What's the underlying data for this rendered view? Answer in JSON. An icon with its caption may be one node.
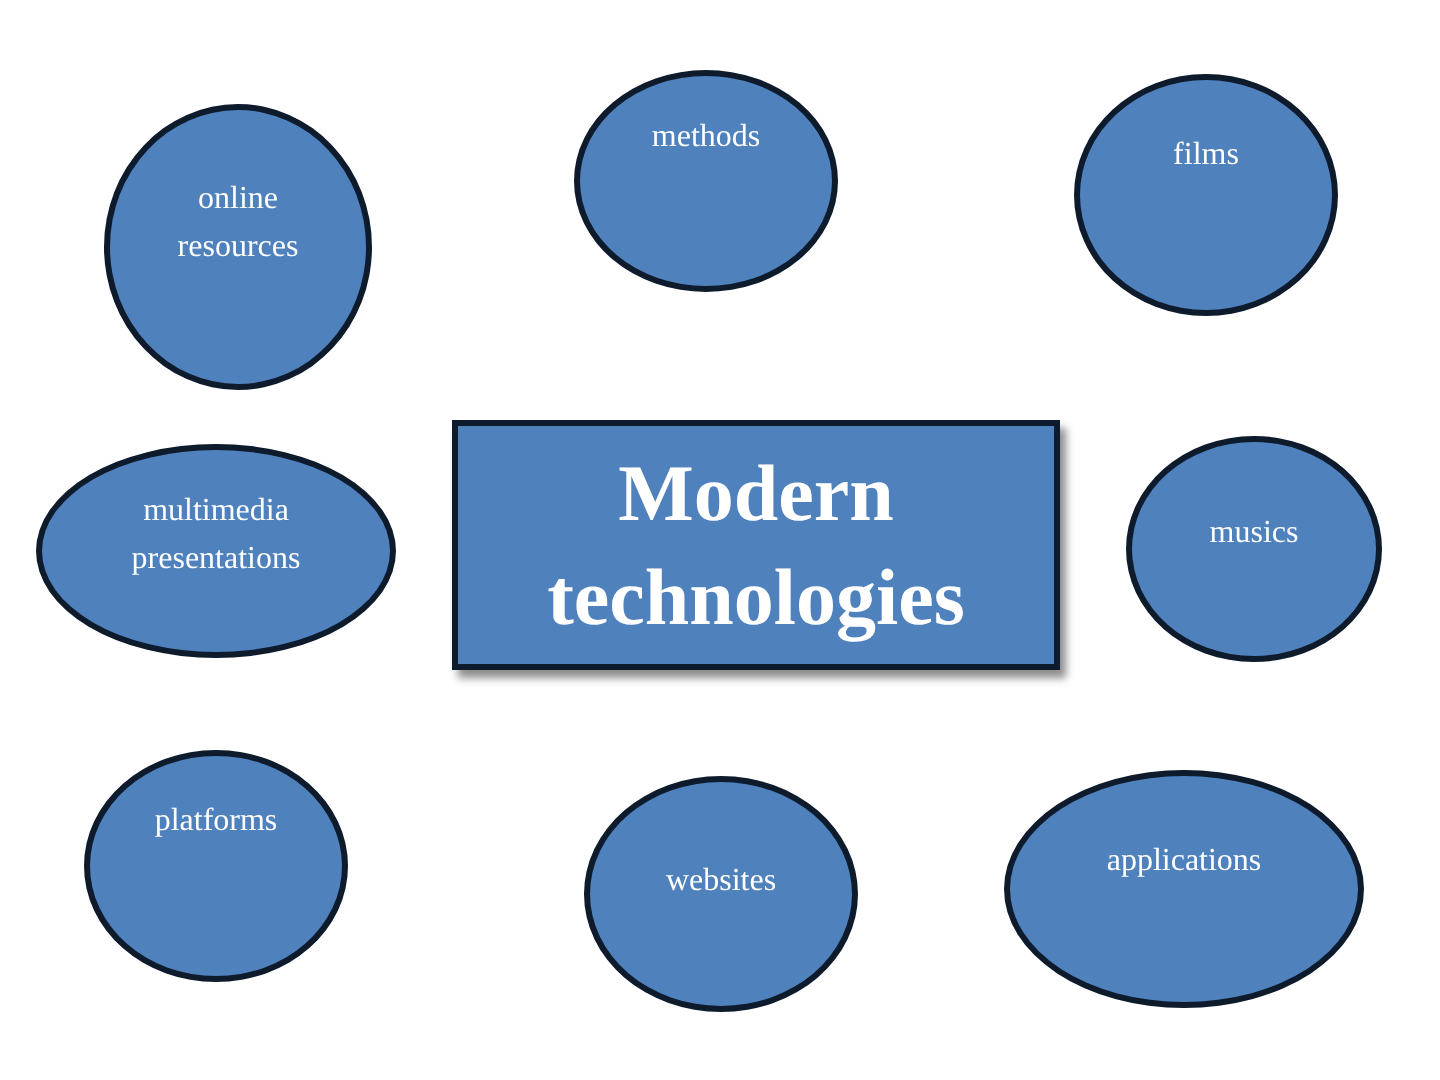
{
  "diagram": {
    "nodes": [
      {
        "text": [
          "online resources"
        ]
      },
      {
        "text": [
          "methods"
        ]
      },
      {
        "text": [
          "films"
        ]
      },
      {
        "text": [
          "multimedia presentations"
        ]
      },
      {
        "text": [
          "Modern technologies"
        ]
      },
      {
        "text": [
          "musics"
        ]
      },
      {
        "text": [
          "platforms"
        ]
      },
      {
        "text": [
          "websites"
        ]
      },
      {
        "text": [
          "applications"
        ]
      }
    ]
  }
}
